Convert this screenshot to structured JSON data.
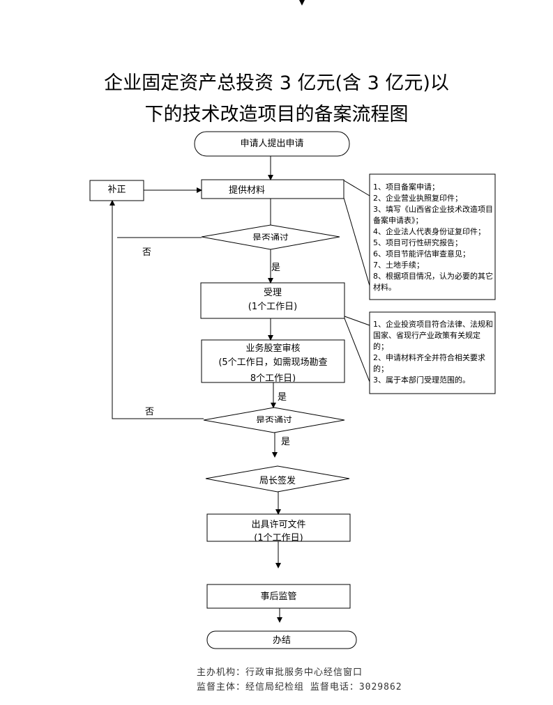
{
  "title": {
    "line1": "企业固定资产总投资 3 亿元(含 3 亿元)以",
    "line2": "下的技术改造项目的备案流程图"
  },
  "nodes": {
    "apply": "申请人提出申请",
    "materials": "提供材料",
    "supplement": "补正",
    "check1": "是否通过",
    "accept_title": "受理",
    "accept_days": "(1个工作日)",
    "review_title": "业务股室审核",
    "review_days": "(5个工作日，如需现场勘查",
    "review_days_cut": "8个工作日)",
    "check2": "是否通过",
    "sign": "局长签发",
    "issue_title": "出具许可文件",
    "issue_days": "(1个工作日)",
    "supervise": "事后监管",
    "finish": "办结"
  },
  "edge_labels": {
    "no1": "否",
    "yes1": "是",
    "yes2": "是",
    "no2": "否",
    "yes3": "是"
  },
  "notes": {
    "materials_list": [
      "1、项目备案申请；",
      "2、企业营业执照复印件；",
      "3、填写《山西省企业技术改造项目备案申请表》；",
      "4、企业法人代表身份证复印件；",
      "5、项目可行性研究报告；",
      "6、项目节能评估审查意见；",
      "7、土地手续；",
      "8、根据项目情况，认为必要的其它材料。"
    ],
    "accept_conditions": [
      "1、企业投资项目符合法律、法规和国家、省现行产业政策有关规定的；",
      "2、申请材料齐全并符合相关要求的；",
      "3、属于本部门受理范围的。"
    ]
  },
  "footer": {
    "line1": "主办机构：行政审批服务中心经信窗口",
    "line2": "监督主体：经信局纪检组   监督电话：3029862"
  }
}
